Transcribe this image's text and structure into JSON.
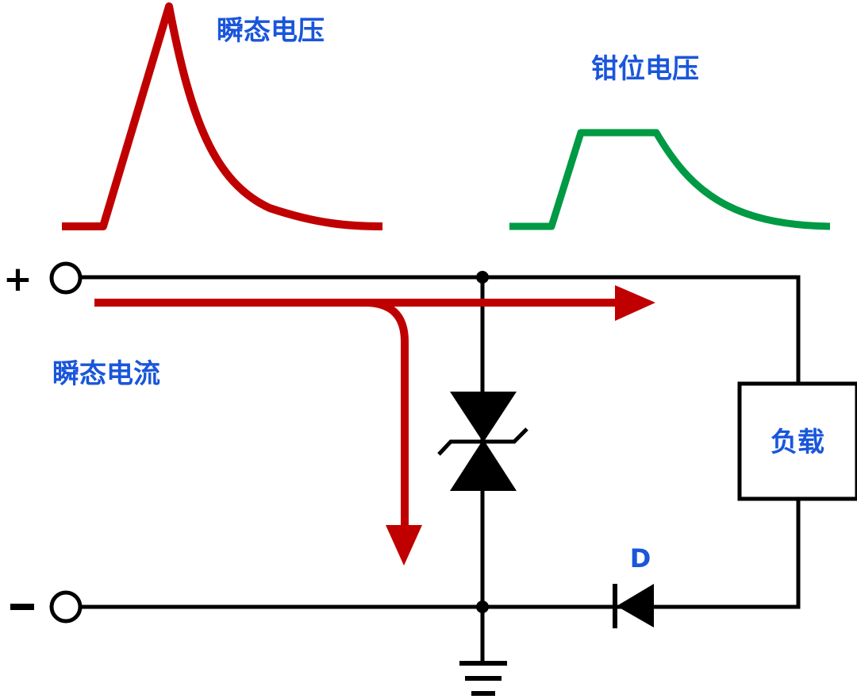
{
  "labels": {
    "transient_voltage": "瞬态电压",
    "clamp_voltage": "钳位电压",
    "transient_current": "瞬态电流",
    "load": "负载",
    "diode": "D",
    "plus_terminal": "+",
    "minus_terminal": "−"
  },
  "colors": {
    "label_blue": "#1a56db",
    "transient_red": "#c00000",
    "clamp_green": "#009944",
    "wire_black": "#000000"
  },
  "components": [
    {
      "id": "tvs-diode",
      "type": "bidirectional TVS diode"
    },
    {
      "id": "diode-d",
      "type": "diode",
      "label": "D"
    },
    {
      "id": "load",
      "type": "resistor-box",
      "label": "负载"
    },
    {
      "id": "ground",
      "type": "ground"
    }
  ]
}
